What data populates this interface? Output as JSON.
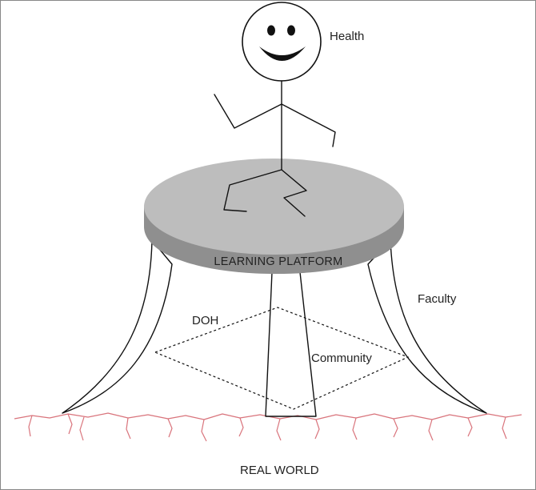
{
  "labels": {
    "health": "Health",
    "platform": "LEARNING PLATFORM",
    "faculty": "Faculty",
    "doh": "DOH",
    "community": "Community",
    "real_world": "REAL WORLD"
  },
  "colors": {
    "platform_top": "#bdbdbd",
    "platform_side": "#8f8f8f",
    "ground": "#d9747c",
    "border": "#888888",
    "ink": "#111111"
  }
}
